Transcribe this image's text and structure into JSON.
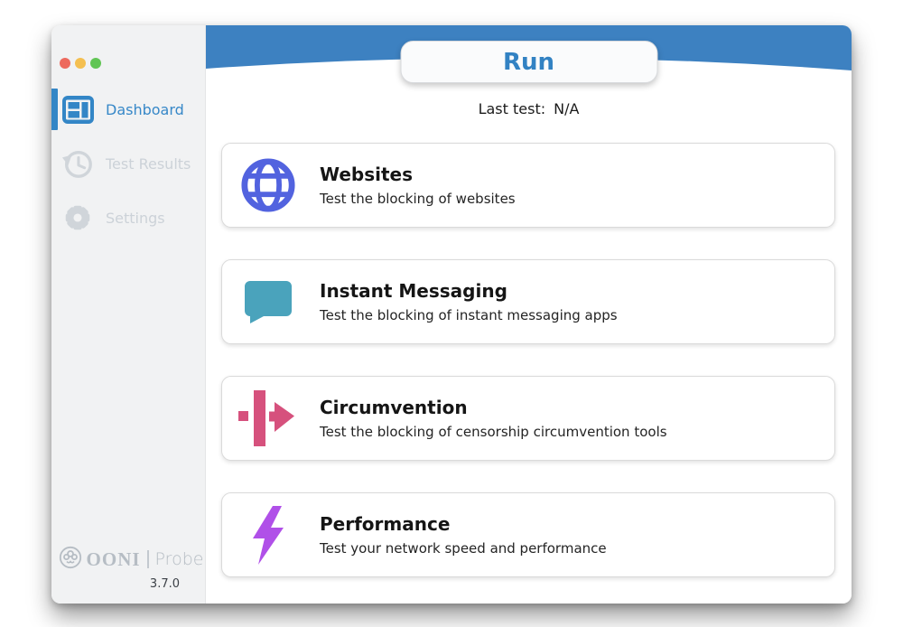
{
  "window": {
    "traffic_lights": [
      {
        "name": "close",
        "color": "#ed6a5e"
      },
      {
        "name": "minimize",
        "color": "#f4bf50"
      },
      {
        "name": "zoom",
        "color": "#61c554"
      }
    ]
  },
  "sidebar": {
    "active_color": "#3386c6",
    "inactive_icon_color": "#d0d5da",
    "inactive_label_color": "#ccd2d8",
    "items": [
      {
        "label": "Dashboard",
        "icon": "dashboard-icon",
        "active": true
      },
      {
        "label": "Test Results",
        "icon": "history-icon",
        "active": false
      },
      {
        "label": "Settings",
        "icon": "gear-icon",
        "active": false
      }
    ],
    "footer": {
      "brand": "OONI",
      "product": "Probe",
      "version": "3.7.0",
      "color": "#b6bdc4"
    }
  },
  "header": {
    "band_color": "#3d81c1",
    "run_label": "Run",
    "run_text_color": "#3282c3"
  },
  "status": {
    "last_test_label": "Last test:",
    "last_test_value": "N/A"
  },
  "cards": [
    {
      "title": "Websites",
      "subtitle": "Test the blocking of websites",
      "icon": "globe-icon",
      "color": "#5263df"
    },
    {
      "title": "Instant Messaging",
      "subtitle": "Test the blocking of instant messaging apps",
      "icon": "chat-bubble-icon",
      "color": "#4aa3bc"
    },
    {
      "title": "Circumvention",
      "subtitle": "Test the blocking of censorship circumvention tools",
      "icon": "circumvention-arrow-icon",
      "color": "#d6517d"
    },
    {
      "title": "Performance",
      "subtitle": "Test your network speed and performance",
      "icon": "lightning-bolt-icon",
      "color": "#b050e8"
    }
  ]
}
